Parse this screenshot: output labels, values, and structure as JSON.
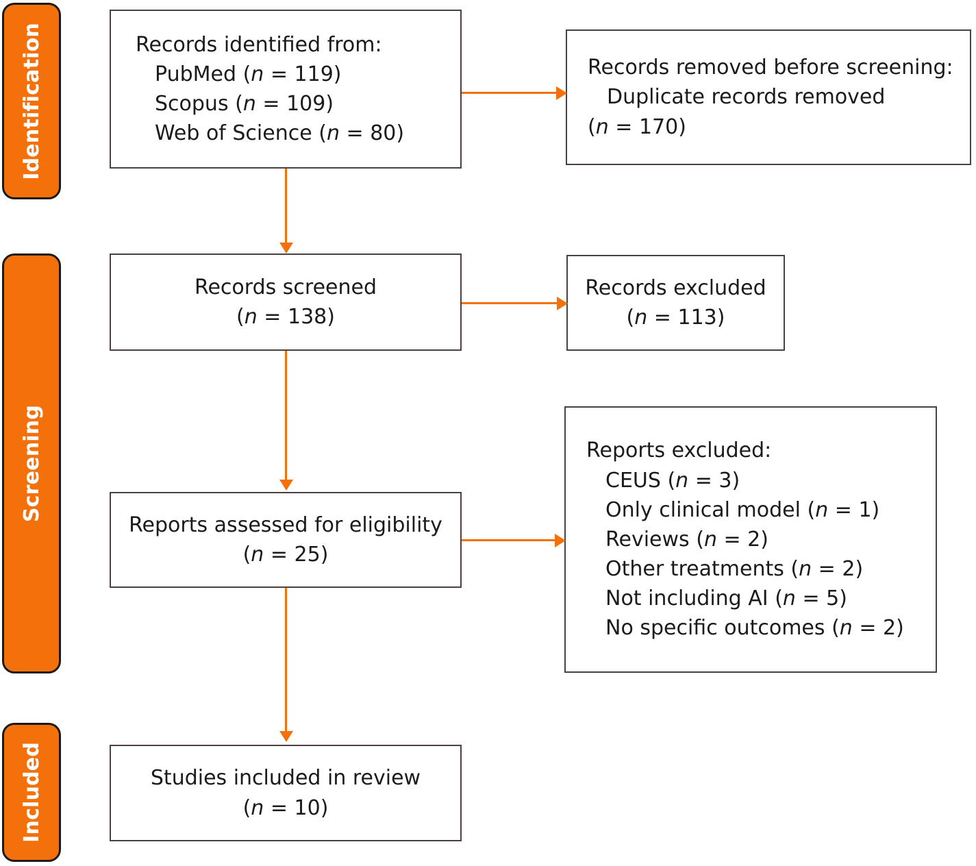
{
  "diagram": {
    "type": "prisma-flow-diagram",
    "accent_color": "#F4700A",
    "box_border_color": "#4a4040",
    "text_color": "#1b1b1b"
  },
  "stages": [
    {
      "id": "identification",
      "label": "Identification"
    },
    {
      "id": "screening",
      "label": "Screening"
    },
    {
      "id": "included",
      "label": "Included"
    }
  ],
  "boxes": {
    "records_identified": {
      "title": "Records identified from:",
      "items": [
        {
          "source": "PubMed",
          "n_text": "(n = 119)",
          "n": 119,
          "line": "PubMed (n = 119)"
        },
        {
          "source": "Scopus",
          "n_text": "(n = 109)",
          "n": 109,
          "line": "Scopus (n = 109)"
        },
        {
          "source": "Web of Science",
          "n_text": "(n = 80)",
          "n": 80,
          "line": "Web of Science (n = 80)"
        }
      ]
    },
    "records_removed": {
      "title": "Records removed before screening:",
      "item": "Duplicate records removed",
      "count_text": "(n = 170)",
      "n": 170
    },
    "records_screened": {
      "title": "Records screened",
      "count_text": "(n = 138)",
      "n": 138
    },
    "records_excluded": {
      "title": "Records excluded",
      "count_text": "(n = 113)",
      "n": 113
    },
    "reports_assessed": {
      "title": "Reports assessed for eligibility",
      "count_text": "(n = 25)",
      "n": 25
    },
    "reports_excluded": {
      "title": "Reports excluded:",
      "items": [
        {
          "reason": "CEUS",
          "n_text": "(n = 3)",
          "n": 3,
          "line": "CEUS (n = 3)"
        },
        {
          "reason": "Only clinical model",
          "n_text": "(n = 1)",
          "n": 1,
          "line": "Only clinical model (n = 1)"
        },
        {
          "reason": "Reviews",
          "n_text": "(n = 2)",
          "n": 2,
          "line": "Reviews (n = 2)"
        },
        {
          "reason": "Other treatments",
          "n_text": "(n = 2)",
          "n": 2,
          "line": "Other treatments (n = 2)"
        },
        {
          "reason": "Not including AI",
          "n_text": "(n = 5)",
          "n": 5,
          "line": "Not including AI (n = 5)"
        },
        {
          "reason": "No specific outcomes",
          "n_text": "(n = 2)",
          "n": 2,
          "line": "No specific outcomes (n = 2)"
        }
      ]
    },
    "studies_included": {
      "title": "Studies included in review",
      "count_text": "(n = 10)",
      "n": 10
    }
  }
}
